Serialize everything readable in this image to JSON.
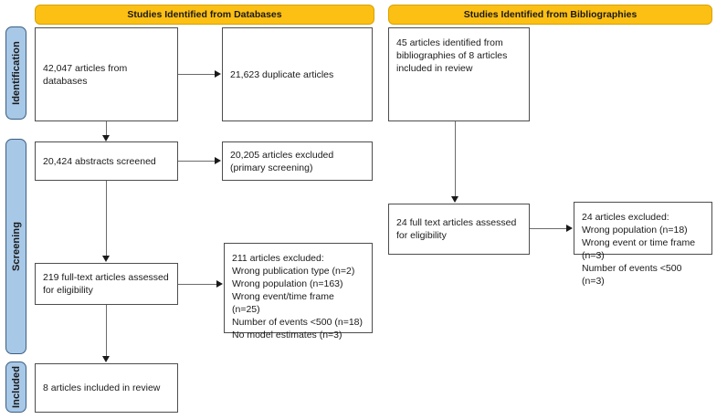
{
  "stages": [
    {
      "label": "Identification"
    },
    {
      "label": "Screening"
    },
    {
      "label": "Included"
    }
  ],
  "headers": [
    {
      "label": "Studies Identified from Databases"
    },
    {
      "label": "Studies Identified from Bibliographies"
    }
  ],
  "boxes": {
    "databases_total": "42,047 articles from databases",
    "duplicates": "21,623 duplicate articles",
    "abstracts_screened": "20,424 abstracts screened",
    "primary_excluded": "20,205 articles excluded (primary screening)",
    "fulltext_assessed": "219 full-text articles assessed for eligibility",
    "fulltext_excluded": "211 articles excluded:\n   Wrong publication type (n=2)\n   Wrong population (n=163)\n   Wrong event/time frame (n=25)\n   Number of events <500 (n=18)\n   No model estimates (n=3)",
    "included_final": "8 articles included in review",
    "bibliography_identified": "45 articles identified from bibliographies of 8 articles included in review",
    "bib_fulltext_assessed": "24 full text articles assessed for eligibility",
    "bib_fulltext_excluded": "24 articles excluded:\n   Wrong population (n=18)\n   Wrong event or time frame (n=3)\n   Number of events <500 (n=3)"
  },
  "colors": {
    "header_fill": "#fcbf14",
    "stage_fill": "#a8c8e8",
    "box_border": "#4d4d4d",
    "connector": "#6b6b6b"
  }
}
